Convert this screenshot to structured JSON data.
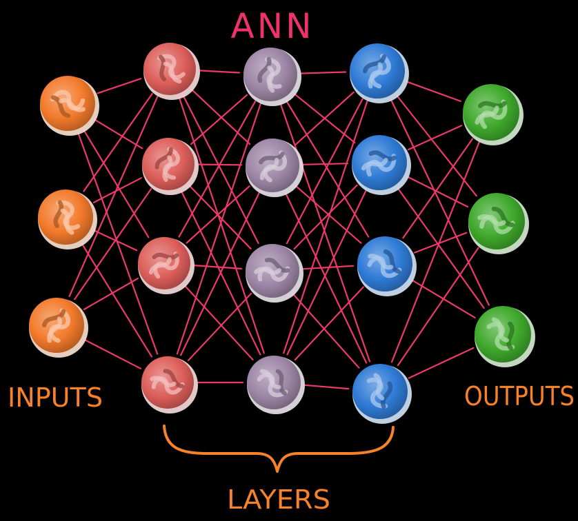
{
  "title": "ANN",
  "labels": {
    "inputs": "INPUTS",
    "outputs": "OUTPUTS",
    "layers": "LAYERS"
  },
  "colors": {
    "background": "#000000",
    "connection": "#ee3a68",
    "title": "#f0326a",
    "side_labels": "#f7822a",
    "brace": "#f7822a",
    "input_nodes": "#f37a2c",
    "hidden_layer_1": "#dd5f5a",
    "hidden_layer_2": "#9d86a6",
    "hidden_layer_3": "#2f7bd6",
    "output_nodes": "#3fa92c"
  },
  "layers": [
    {
      "name": "input",
      "node_count": 3
    },
    {
      "name": "hidden-1",
      "node_count": 4
    },
    {
      "name": "hidden-2",
      "node_count": 4
    },
    {
      "name": "hidden-3",
      "node_count": 4
    },
    {
      "name": "output",
      "node_count": 3
    }
  ],
  "connectivity": "fully-connected between adjacent layers"
}
